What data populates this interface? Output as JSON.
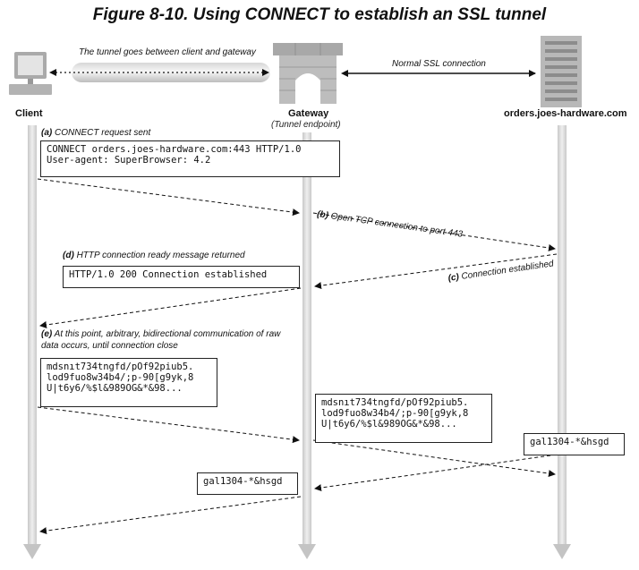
{
  "title": "Figure 8-10. Using CONNECT to establish an SSL tunnel",
  "actors": {
    "client": "Client",
    "gateway": "Gateway",
    "gateway_sub": "(Tunnel endpoint)",
    "server": "orders.joes-hardware.com"
  },
  "top_labels": {
    "tunnel": "The tunnel goes between client and gateway",
    "ssl": "Normal SSL connection"
  },
  "steps": {
    "a": {
      "tag": "(a)",
      "text": "CONNECT request sent"
    },
    "b": {
      "tag": "(b)",
      "text": "Open TCP connection to port 443"
    },
    "c": {
      "tag": "(c)",
      "text": "Connection established"
    },
    "d": {
      "tag": "(d)",
      "text": "HTTP connection ready message returned"
    },
    "e": {
      "tag": "(e)",
      "text1": "At this point, arbitrary, bidirectional communication of raw",
      "text2": "data occurs, until connection close"
    }
  },
  "boxes": {
    "connect": "CONNECT orders.joes-hardware.com:443 HTTP/1.0\nUser-agent: SuperBrowser: 4.2",
    "ready": "HTTP/1.0 200 Connection established",
    "raw_client": "mdsnıt734tngfd/pOf92piub5.\nlod9fuo8w34b4/;p-90[g9yk,8\nU|t6y6/%$l&989OG&*&98...",
    "raw_gateway": "mdsnıt734tngfd/pOf92piub5.\nlod9fuo8w34b4/;p-90[g9yk,8\nU|t6y6/%$l&989OG&*&98...",
    "reply_server": "gal1304-*&hsgd",
    "reply_gateway": "gal1304-*&hsgd"
  }
}
